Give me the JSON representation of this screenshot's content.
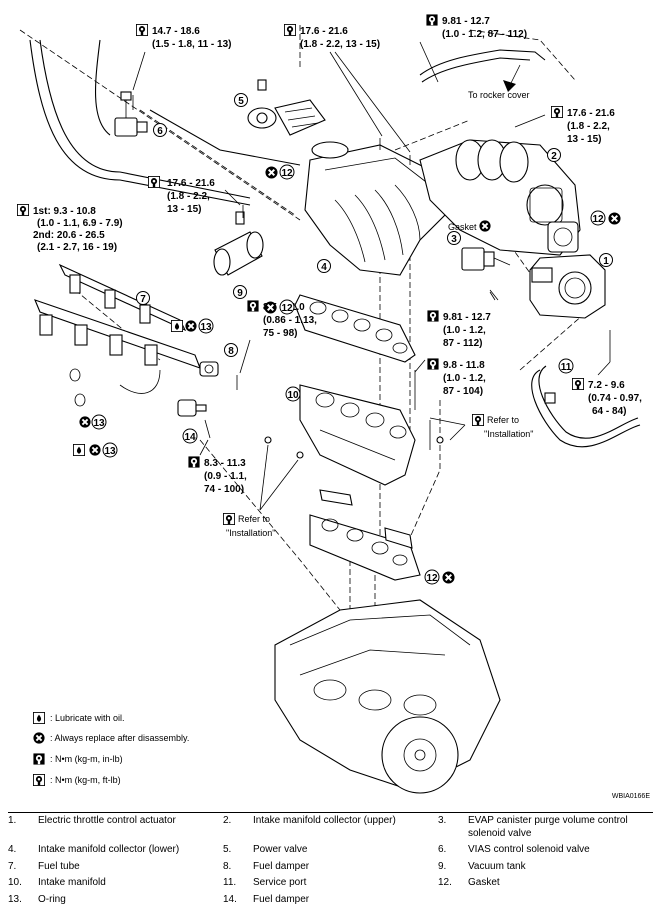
{
  "callouts": {
    "c1": {
      "l1": "14.7 - 18.6",
      "l2": "(1.5 - 1.8, 11 - 13)"
    },
    "c2": {
      "l1": "17.6 - 21.6",
      "l2": "(1.8 - 2.2, 13 - 15)"
    },
    "c3": {
      "l1": "9.81 - 12.7",
      "l2": "(1.0 - 1.2, 87 - 112)"
    },
    "c4": {
      "l1": "17.6 - 21.6",
      "l2": "(1.8 - 2.2,",
      "l3": "13 - 15)"
    },
    "c5": {
      "l1": "17.6 - 21.6",
      "l2": "(1.8 - 2.2,",
      "l3": "13 - 15)"
    },
    "c6": {
      "l1": "1st: 9.3 - 10.8",
      "l2": "(1.0 - 1.1, 6.9 - 7.9)",
      "l3": "2nd: 20.6 - 26.5",
      "l4": "(2.1 - 2.7, 16 - 19)"
    },
    "c7": {
      "l1": "8.5 - 11.0",
      "l2": "(0.86 - 1.13,",
      "l3": "75 - 98)"
    },
    "c8": {
      "l1": "9.81 - 12.7",
      "l2": "(1.0 - 1.2,",
      "l3": "87 - 112)"
    },
    "c9": {
      "l1": "9.8 - 11.8",
      "l2": "(1.0 - 1.2,",
      "l3": "87 - 104)"
    },
    "c10": {
      "l1": "7.2 - 9.6",
      "l2": "(0.74 - 0.97,",
      "l3": "64 - 84)"
    },
    "c11": {
      "l1": "8.3 - 11.3",
      "l2": "(0.9 - 1.1,",
      "l3": "74 - 100)"
    }
  },
  "notes": {
    "to_rocker_cover": "To rocker cover",
    "gasket": "Gasket",
    "refer_to": "Refer to",
    "installation": "\"Installation\""
  },
  "part_numbers": [
    "1",
    "2",
    "3",
    "4",
    "5",
    "6",
    "7",
    "8",
    "9",
    "10",
    "11",
    "12",
    "13",
    "14"
  ],
  "legend": {
    "lubricate": ": Lubricate with oil.",
    "replace": ": Always replace after disassembly.",
    "nm_in_lb": ": N•m (kg-m, in-lb)",
    "nm_ft_lb": ": N•m (kg-m, ft-lb)"
  },
  "figure_id": "WBIA0166E",
  "parts_list": [
    [
      {
        "num": "1.",
        "name": "Electric throttle control actuator"
      },
      {
        "num": "2.",
        "name": "Intake manifold collector (upper)"
      },
      {
        "num": "3.",
        "name": "EVAP canister purge volume control solenoid valve"
      }
    ],
    [
      {
        "num": "4.",
        "name": "Intake manifold collector (lower)"
      },
      {
        "num": "5.",
        "name": "Power valve"
      },
      {
        "num": "6.",
        "name": "VIAS control solenoid valve"
      }
    ],
    [
      {
        "num": "7.",
        "name": "Fuel tube"
      },
      {
        "num": "8.",
        "name": "Fuel damper"
      },
      {
        "num": "9.",
        "name": "Vacuum tank"
      }
    ],
    [
      {
        "num": "10.",
        "name": "Intake manifold"
      },
      {
        "num": "11.",
        "name": "Service port"
      },
      {
        "num": "12.",
        "name": "Gasket"
      }
    ],
    [
      {
        "num": "13.",
        "name": "O-ring"
      },
      {
        "num": "14.",
        "name": "Fuel damper"
      },
      {
        "num": "",
        "name": ""
      }
    ]
  ]
}
